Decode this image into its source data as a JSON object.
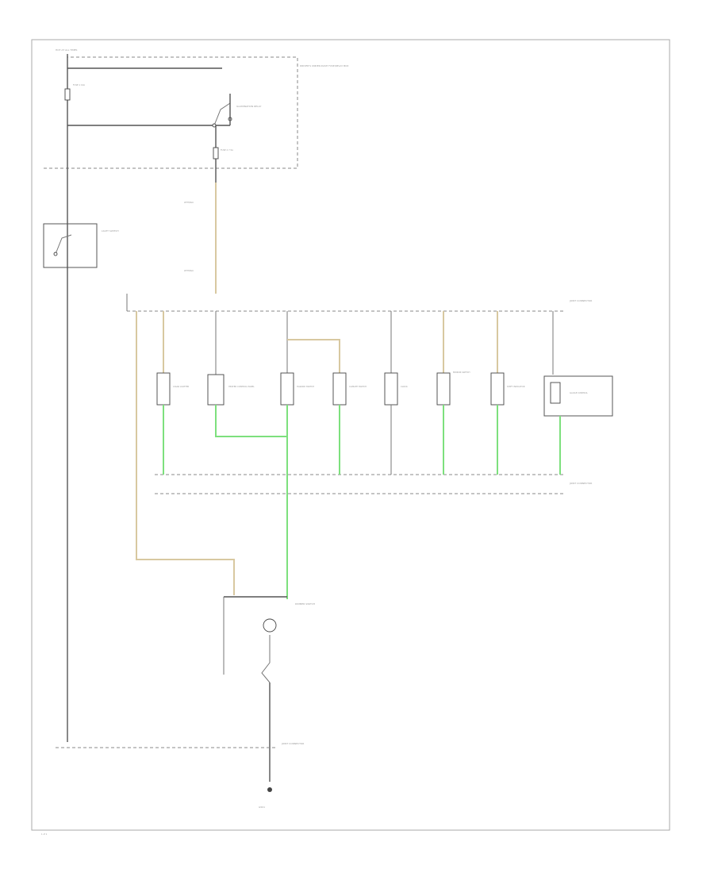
{
  "colors": {
    "wire_tan": "#d8c8a0",
    "wire_green": "#7de07d",
    "wire_dark": "#555555",
    "frame": "#aaaaaa"
  },
  "labels": {
    "hot_label": "HOT AT ALL TIMES",
    "fuse_box": "DRIVER'S UNDER-DASH FUSE/RELAY BOX",
    "fuse_a": "FUSE 1 10A",
    "fuse_b": "FUSE 2 7.5A",
    "relay": "ILLUMINATION RELAY",
    "light_switch": "LIGHT SWITCH",
    "joint_top": "JOINT CONNECTOR",
    "joint_bottom": "JOINT CONNECTOR",
    "comp_1": "CIGAR LIGHTER",
    "comp_2": "HEATER CONTROL PANEL",
    "comp_3": "HAZARD SWITCH",
    "comp_4": "CLIMATE SWITCH",
    "comp_5": "CLOCK",
    "comp_6": "MIRROR SWITCH",
    "comp_7": "SHIFT INDICATOR",
    "comp_8": "GAUGE CONTROL",
    "dimmer": "DIMMER SWITCH",
    "ground": "G501",
    "bottom_joint": "JOINT CONNECTOR",
    "page_ref": "1 of 1",
    "wire_code": "WHT/BLU"
  }
}
